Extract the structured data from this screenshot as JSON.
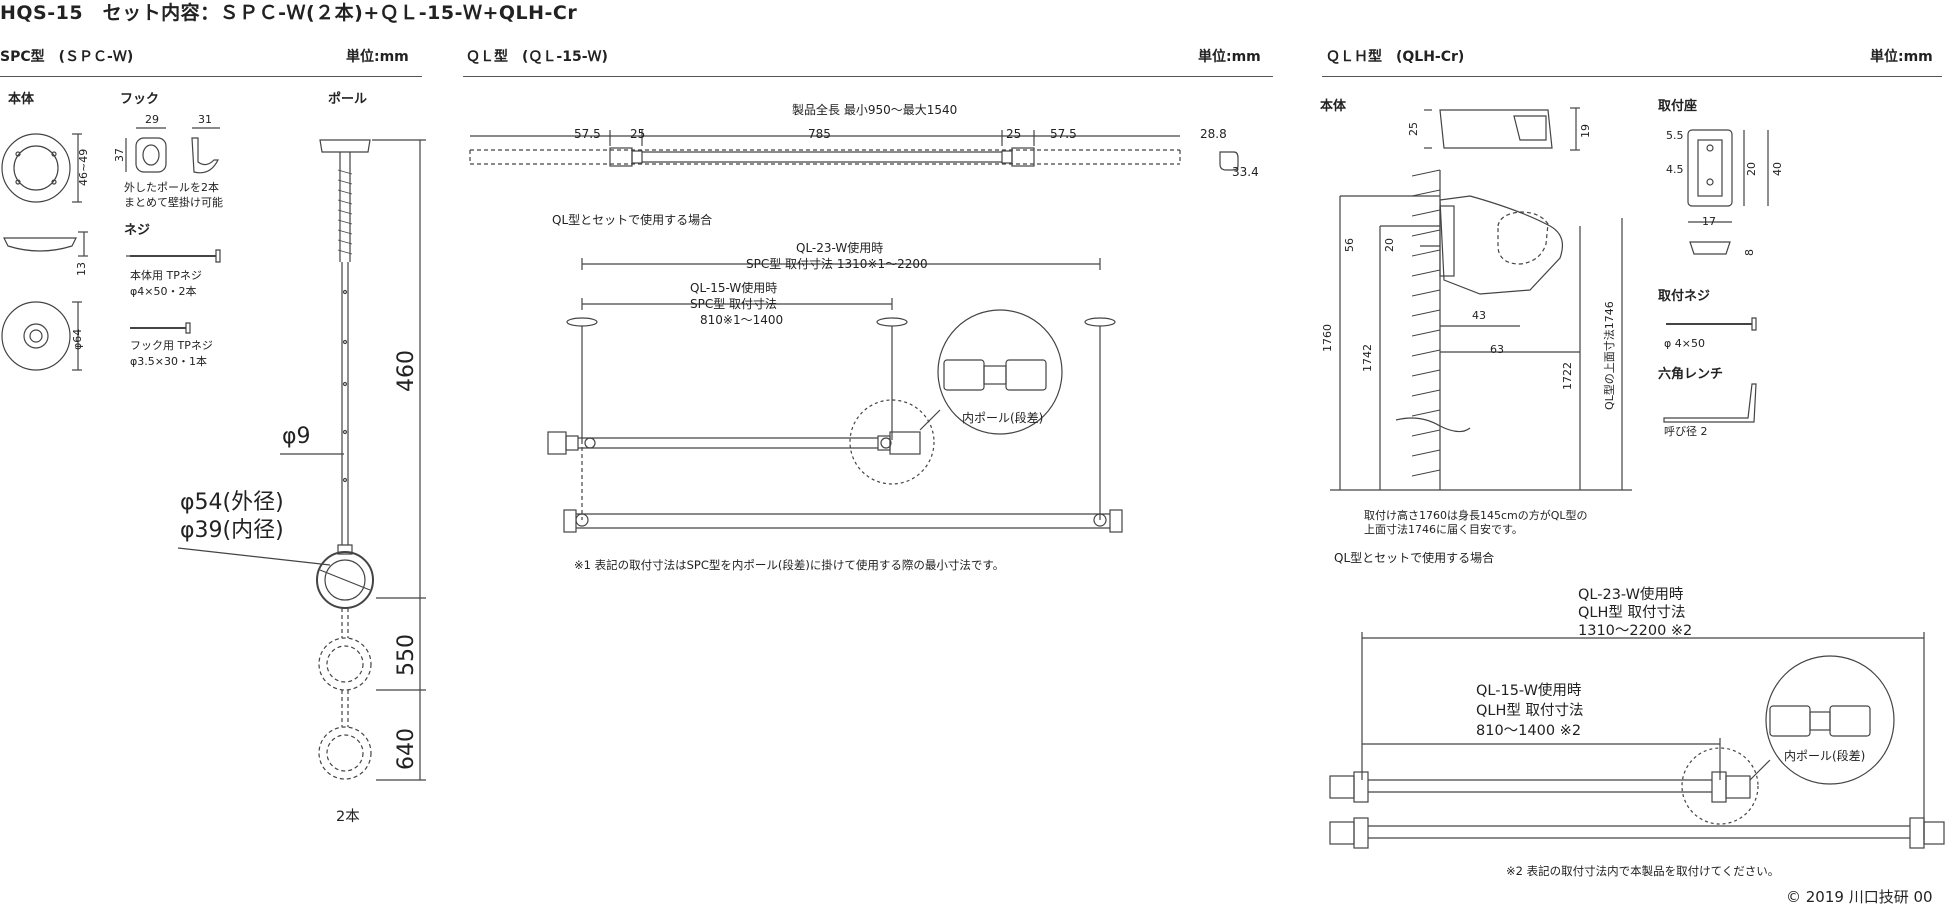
{
  "header": {
    "title": "HQS-15　セット内容：ＳＰＣ-Ｗ(２本)+ＱＬ-15-Ｗ+QLH-Cr"
  },
  "spc": {
    "title": "SPC型　(ＳＰＣ-Ｗ)",
    "unit": "単位:mm",
    "body_label": "本体",
    "hook_label": "フック",
    "pole_label": "ポール",
    "dim_46_49": "46~49",
    "dim_13": "13",
    "dim_64": "φ64",
    "hook_w1": "29",
    "hook_w2": "31",
    "hook_h": "37",
    "hook_note1": "外したポールを2本",
    "hook_note2": "まとめて壁掛け可能",
    "screw_label": "ネジ",
    "screw1_line1": "本体用 TPネジ",
    "screw1_line2": "φ4×50・2本",
    "screw2_line1": "フック用 TPネジ",
    "screw2_line2": "φ3.5×30・1本",
    "phi9": "φ9",
    "phi54": "φ54(外径)",
    "phi39": "φ39(内径)",
    "dim_460": "460",
    "dim_550": "550",
    "dim_640": "640",
    "qty": "2本"
  },
  "ql": {
    "title": "ＱＬ型　(ＱＬ-15-Ｗ)",
    "unit": "単位:mm",
    "total_length": "製品全長 最小950～最大1540",
    "d575a": "57.5",
    "d25a": "25",
    "d785": "785",
    "d25b": "25",
    "d575b": "57.5",
    "d288": "28.8",
    "d334": "33.4",
    "set_title": "QL型とセットで使用する場合",
    "outer_line1": "QL-23-W使用時",
    "outer_line2": "SPC型 取付寸法 1310※1～2200",
    "inner_line1": "QL-15-W使用時",
    "inner_line2": "SPC型 取付寸法",
    "inner_line3": "810※1～1400",
    "inner_pole": "内ポール(段差)",
    "note": "※1 表記の取付寸法はSPC型を内ポール(段差)に掛けて使用する際の最小寸法です。"
  },
  "qlh": {
    "title": "ＱＬＨ型　(QLH-Cr)",
    "unit": "単位:mm",
    "body_label": "本体",
    "mount_label": "取付座",
    "d25": "25",
    "d19": "19",
    "d56": "56",
    "d20": "20",
    "d43": "43",
    "d63": "63",
    "d1760": "1760",
    "d1742": "1742",
    "d1722": "1722",
    "ql_top": "QL型の上面寸法1746",
    "d55": "5.5",
    "d45": "4.5",
    "d20b": "20",
    "d40": "40",
    "d17": "17",
    "d8": "8",
    "screw_label": "取付ネジ",
    "screw_spec": "φ 4×50",
    "wrench_label": "六角レンチ",
    "wrench_spec": "呼び径 2",
    "note1": "取付け高さ1760は身長145cmの方がQL型の",
    "note2": "上面寸法1746に届く目安です。",
    "set_title": "QL型とセットで使用する場合",
    "outer_line1": "QL-23-W使用時",
    "outer_line2": "QLH型 取付寸法",
    "outer_line3": "1310～2200 ※2",
    "inner_line1": "QL-15-W使用時",
    "inner_line2": "QLH型 取付寸法",
    "inner_line3": "810～1400 ※2",
    "inner_pole": "内ポール(段差)",
    "note": "※2 表記の取付寸法内で本製品を取付けてください。"
  },
  "footer": {
    "copyright": "© 2019 川口技研 00"
  }
}
